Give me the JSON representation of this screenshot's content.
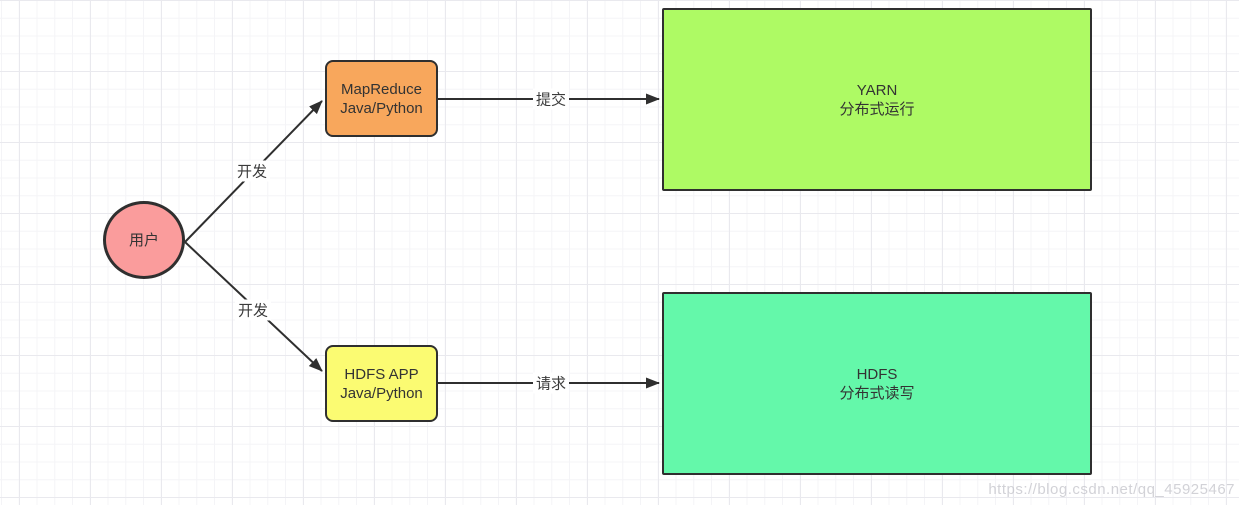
{
  "diagram": {
    "nodes": {
      "user": {
        "label": "用户",
        "fill": "#fa9c9c",
        "shape": "circle"
      },
      "mapreduce": {
        "line1": "MapReduce",
        "line2": "Java/Python",
        "fill": "#f8a75c",
        "shape": "rounded-rect"
      },
      "hdfs_app": {
        "line1": "HDFS APP",
        "line2": "Java/Python",
        "fill": "#fbfb72",
        "shape": "rounded-rect"
      },
      "yarn": {
        "line1": "YARN",
        "line2": "分布式运行",
        "fill": "#aefa64",
        "shape": "rect"
      },
      "hdfs": {
        "line1": "HDFS",
        "line2": "分布式读写",
        "fill": "#64f8aa",
        "shape": "rect"
      }
    },
    "edges": [
      {
        "from": "user",
        "to": "mapreduce",
        "label": "开发"
      },
      {
        "from": "user",
        "to": "hdfs_app",
        "label": "开发"
      },
      {
        "from": "mapreduce",
        "to": "yarn",
        "label": "提交"
      },
      {
        "from": "hdfs_app",
        "to": "hdfs",
        "label": "请求"
      }
    ],
    "stroke_color": "#2f2f2f"
  },
  "watermark": {
    "text": "https://blog.csdn.net/qq_45925467"
  }
}
